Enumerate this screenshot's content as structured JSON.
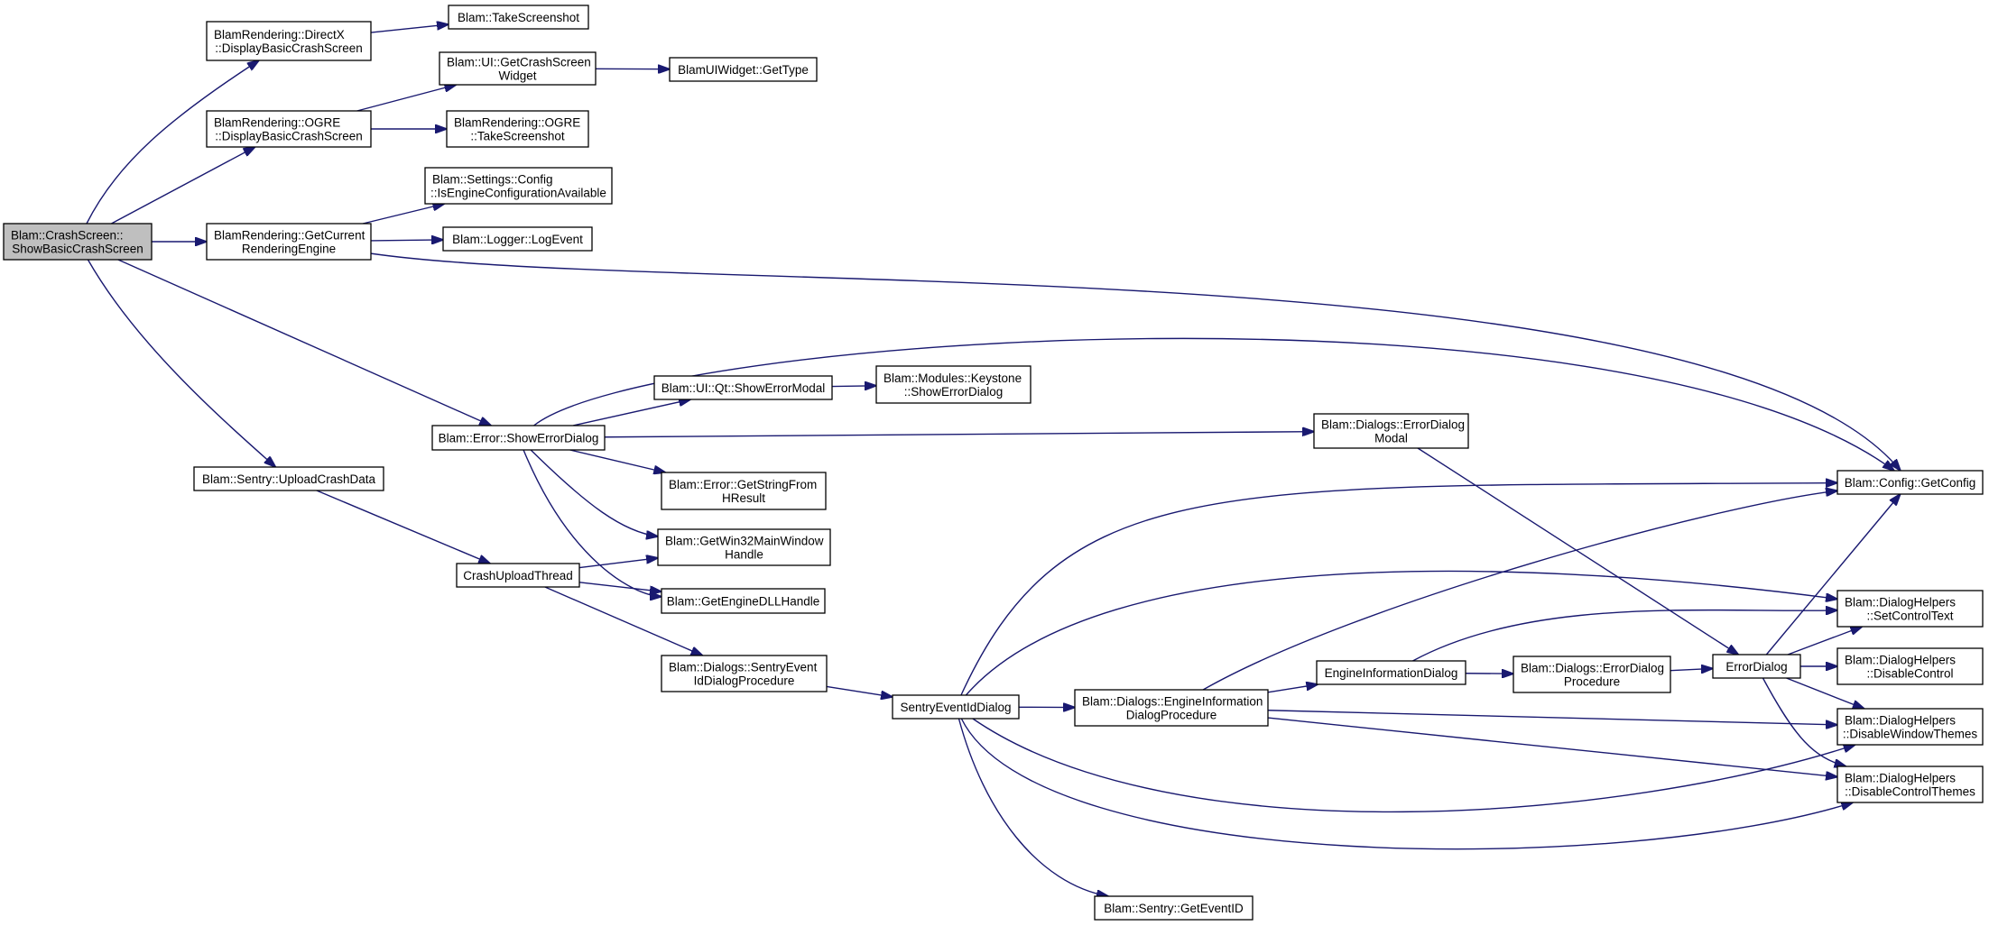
{
  "nodes": [
    {
      "id": "root",
      "lines": [
        "Blam::CrashScreen::",
        "ShowBasicCrashScreen"
      ]
    },
    {
      "id": "dx",
      "lines": [
        "BlamRendering::DirectX",
        "::DisplayBasicCrashScreen"
      ]
    },
    {
      "id": "take",
      "lines": [
        "Blam::TakeScreenshot"
      ]
    },
    {
      "id": "ogre",
      "lines": [
        "BlamRendering::OGRE",
        "::DisplayBasicCrashScreen"
      ]
    },
    {
      "id": "uicrash",
      "lines": [
        "Blam::UI::GetCrashScreen",
        "Widget"
      ]
    },
    {
      "id": "gettype",
      "lines": [
        "BlamUIWidget::GetType"
      ]
    },
    {
      "id": "ogretake",
      "lines": [
        "BlamRendering::OGRE",
        "::TakeScreenshot"
      ]
    },
    {
      "id": "getcur",
      "lines": [
        "BlamRendering::GetCurrent",
        "RenderingEngine"
      ]
    },
    {
      "id": "isengine",
      "lines": [
        "Blam::Settings::Config",
        "::IsEngineConfigurationAvailable"
      ]
    },
    {
      "id": "logevent",
      "lines": [
        "Blam::Logger::LogEvent"
      ]
    },
    {
      "id": "showerr",
      "lines": [
        "Blam::Error::ShowErrorDialog"
      ]
    },
    {
      "id": "qtmodal",
      "lines": [
        "Blam::UI::Qt::ShowErrorModal"
      ]
    },
    {
      "id": "keystone",
      "lines": [
        "Blam::Modules::Keystone",
        "::ShowErrorDialog"
      ]
    },
    {
      "id": "errmodal",
      "lines": [
        "Blam::Dialogs::ErrorDialog",
        "Modal"
      ]
    },
    {
      "id": "getstr",
      "lines": [
        "Blam::Error::GetStringFrom",
        "HResult"
      ]
    },
    {
      "id": "win32",
      "lines": [
        "Blam::GetWin32MainWindow",
        "Handle"
      ]
    },
    {
      "id": "dll",
      "lines": [
        "Blam::GetEngineDLLHandle"
      ]
    },
    {
      "id": "upload",
      "lines": [
        "Blam::Sentry::UploadCrashData"
      ]
    },
    {
      "id": "thread",
      "lines": [
        "CrashUploadThread"
      ]
    },
    {
      "id": "sentryproc",
      "lines": [
        "Blam::Dialogs::SentryEvent",
        "IdDialogProcedure"
      ]
    },
    {
      "id": "sentrydlg",
      "lines": [
        "SentryEventIdDialog"
      ]
    },
    {
      "id": "geteventid",
      "lines": [
        "Blam::Sentry::GetEventID"
      ]
    },
    {
      "id": "enginfoproc",
      "lines": [
        "Blam::Dialogs::EngineInformation",
        "DialogProcedure"
      ]
    },
    {
      "id": "enginfodlg",
      "lines": [
        "EngineInformationDialog"
      ]
    },
    {
      "id": "errproc",
      "lines": [
        "Blam::Dialogs::ErrorDialog",
        "Procedure"
      ]
    },
    {
      "id": "errdlg",
      "lines": [
        "ErrorDialog"
      ]
    },
    {
      "id": "getconfig",
      "lines": [
        "Blam::Config::GetConfig"
      ]
    },
    {
      "id": "setctrl",
      "lines": [
        "Blam::DialogHelpers",
        "::SetControlText"
      ]
    },
    {
      "id": "disctrl",
      "lines": [
        "Blam::DialogHelpers",
        "::DisableControl"
      ]
    },
    {
      "id": "diswin",
      "lines": [
        "Blam::DialogHelpers",
        "::DisableWindowThemes"
      ]
    },
    {
      "id": "disctrlth",
      "lines": [
        "Blam::DialogHelpers",
        "::DisableControlThemes"
      ]
    }
  ],
  "edges": [
    [
      "root",
      "dx"
    ],
    [
      "root",
      "ogre"
    ],
    [
      "root",
      "getcur"
    ],
    [
      "root",
      "showerr"
    ],
    [
      "root",
      "upload"
    ],
    [
      "dx",
      "take"
    ],
    [
      "ogre",
      "uicrash"
    ],
    [
      "ogre",
      "ogretake"
    ],
    [
      "uicrash",
      "gettype"
    ],
    [
      "getcur",
      "isengine"
    ],
    [
      "getcur",
      "logevent"
    ],
    [
      "getcur",
      "getconfig"
    ],
    [
      "showerr",
      "getconfig"
    ],
    [
      "showerr",
      "qtmodal"
    ],
    [
      "showerr",
      "errmodal"
    ],
    [
      "showerr",
      "getstr"
    ],
    [
      "showerr",
      "win32"
    ],
    [
      "showerr",
      "dll"
    ],
    [
      "qtmodal",
      "keystone"
    ],
    [
      "errmodal",
      "errdlg"
    ],
    [
      "upload",
      "thread"
    ],
    [
      "thread",
      "win32"
    ],
    [
      "thread",
      "dll"
    ],
    [
      "thread",
      "sentryproc"
    ],
    [
      "sentryproc",
      "sentrydlg"
    ],
    [
      "sentrydlg",
      "getconfig"
    ],
    [
      "sentrydlg",
      "setctrl"
    ],
    [
      "sentrydlg",
      "enginfoproc"
    ],
    [
      "sentrydlg",
      "diswin"
    ],
    [
      "sentrydlg",
      "disctrlth"
    ],
    [
      "sentrydlg",
      "geteventid"
    ],
    [
      "enginfoproc",
      "getconfig"
    ],
    [
      "enginfoproc",
      "enginfodlg"
    ],
    [
      "enginfoproc",
      "diswin"
    ],
    [
      "enginfoproc",
      "disctrlth"
    ],
    [
      "enginfodlg",
      "setctrl"
    ],
    [
      "enginfodlg",
      "errproc"
    ],
    [
      "errproc",
      "errdlg"
    ],
    [
      "errdlg",
      "getconfig"
    ],
    [
      "errdlg",
      "setctrl"
    ],
    [
      "errdlg",
      "disctrl"
    ],
    [
      "errdlg",
      "diswin"
    ],
    [
      "errdlg",
      "disctrlth"
    ]
  ]
}
